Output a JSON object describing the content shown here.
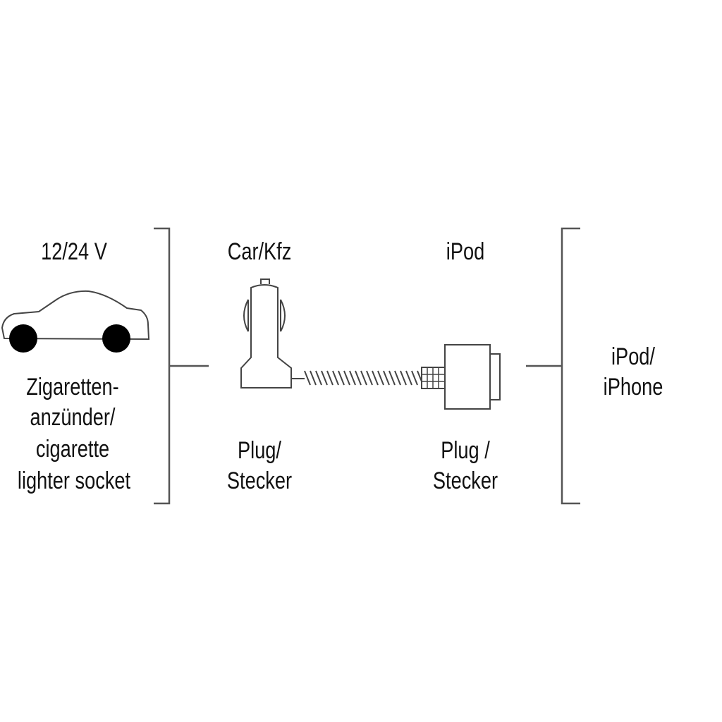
{
  "left": {
    "voltage": "12/24 V",
    "lines": [
      "Zigaretten-",
      "anzünder/",
      "cigarette",
      "lighter socket"
    ]
  },
  "car_plug": {
    "title": "Car/Kfz",
    "lines": [
      "Plug/",
      "Stecker"
    ]
  },
  "ipod_plug": {
    "title": "iPod",
    "lines": [
      "Plug /",
      "Stecker"
    ]
  },
  "right": {
    "lines": [
      "iPod/",
      "iPhone"
    ]
  }
}
